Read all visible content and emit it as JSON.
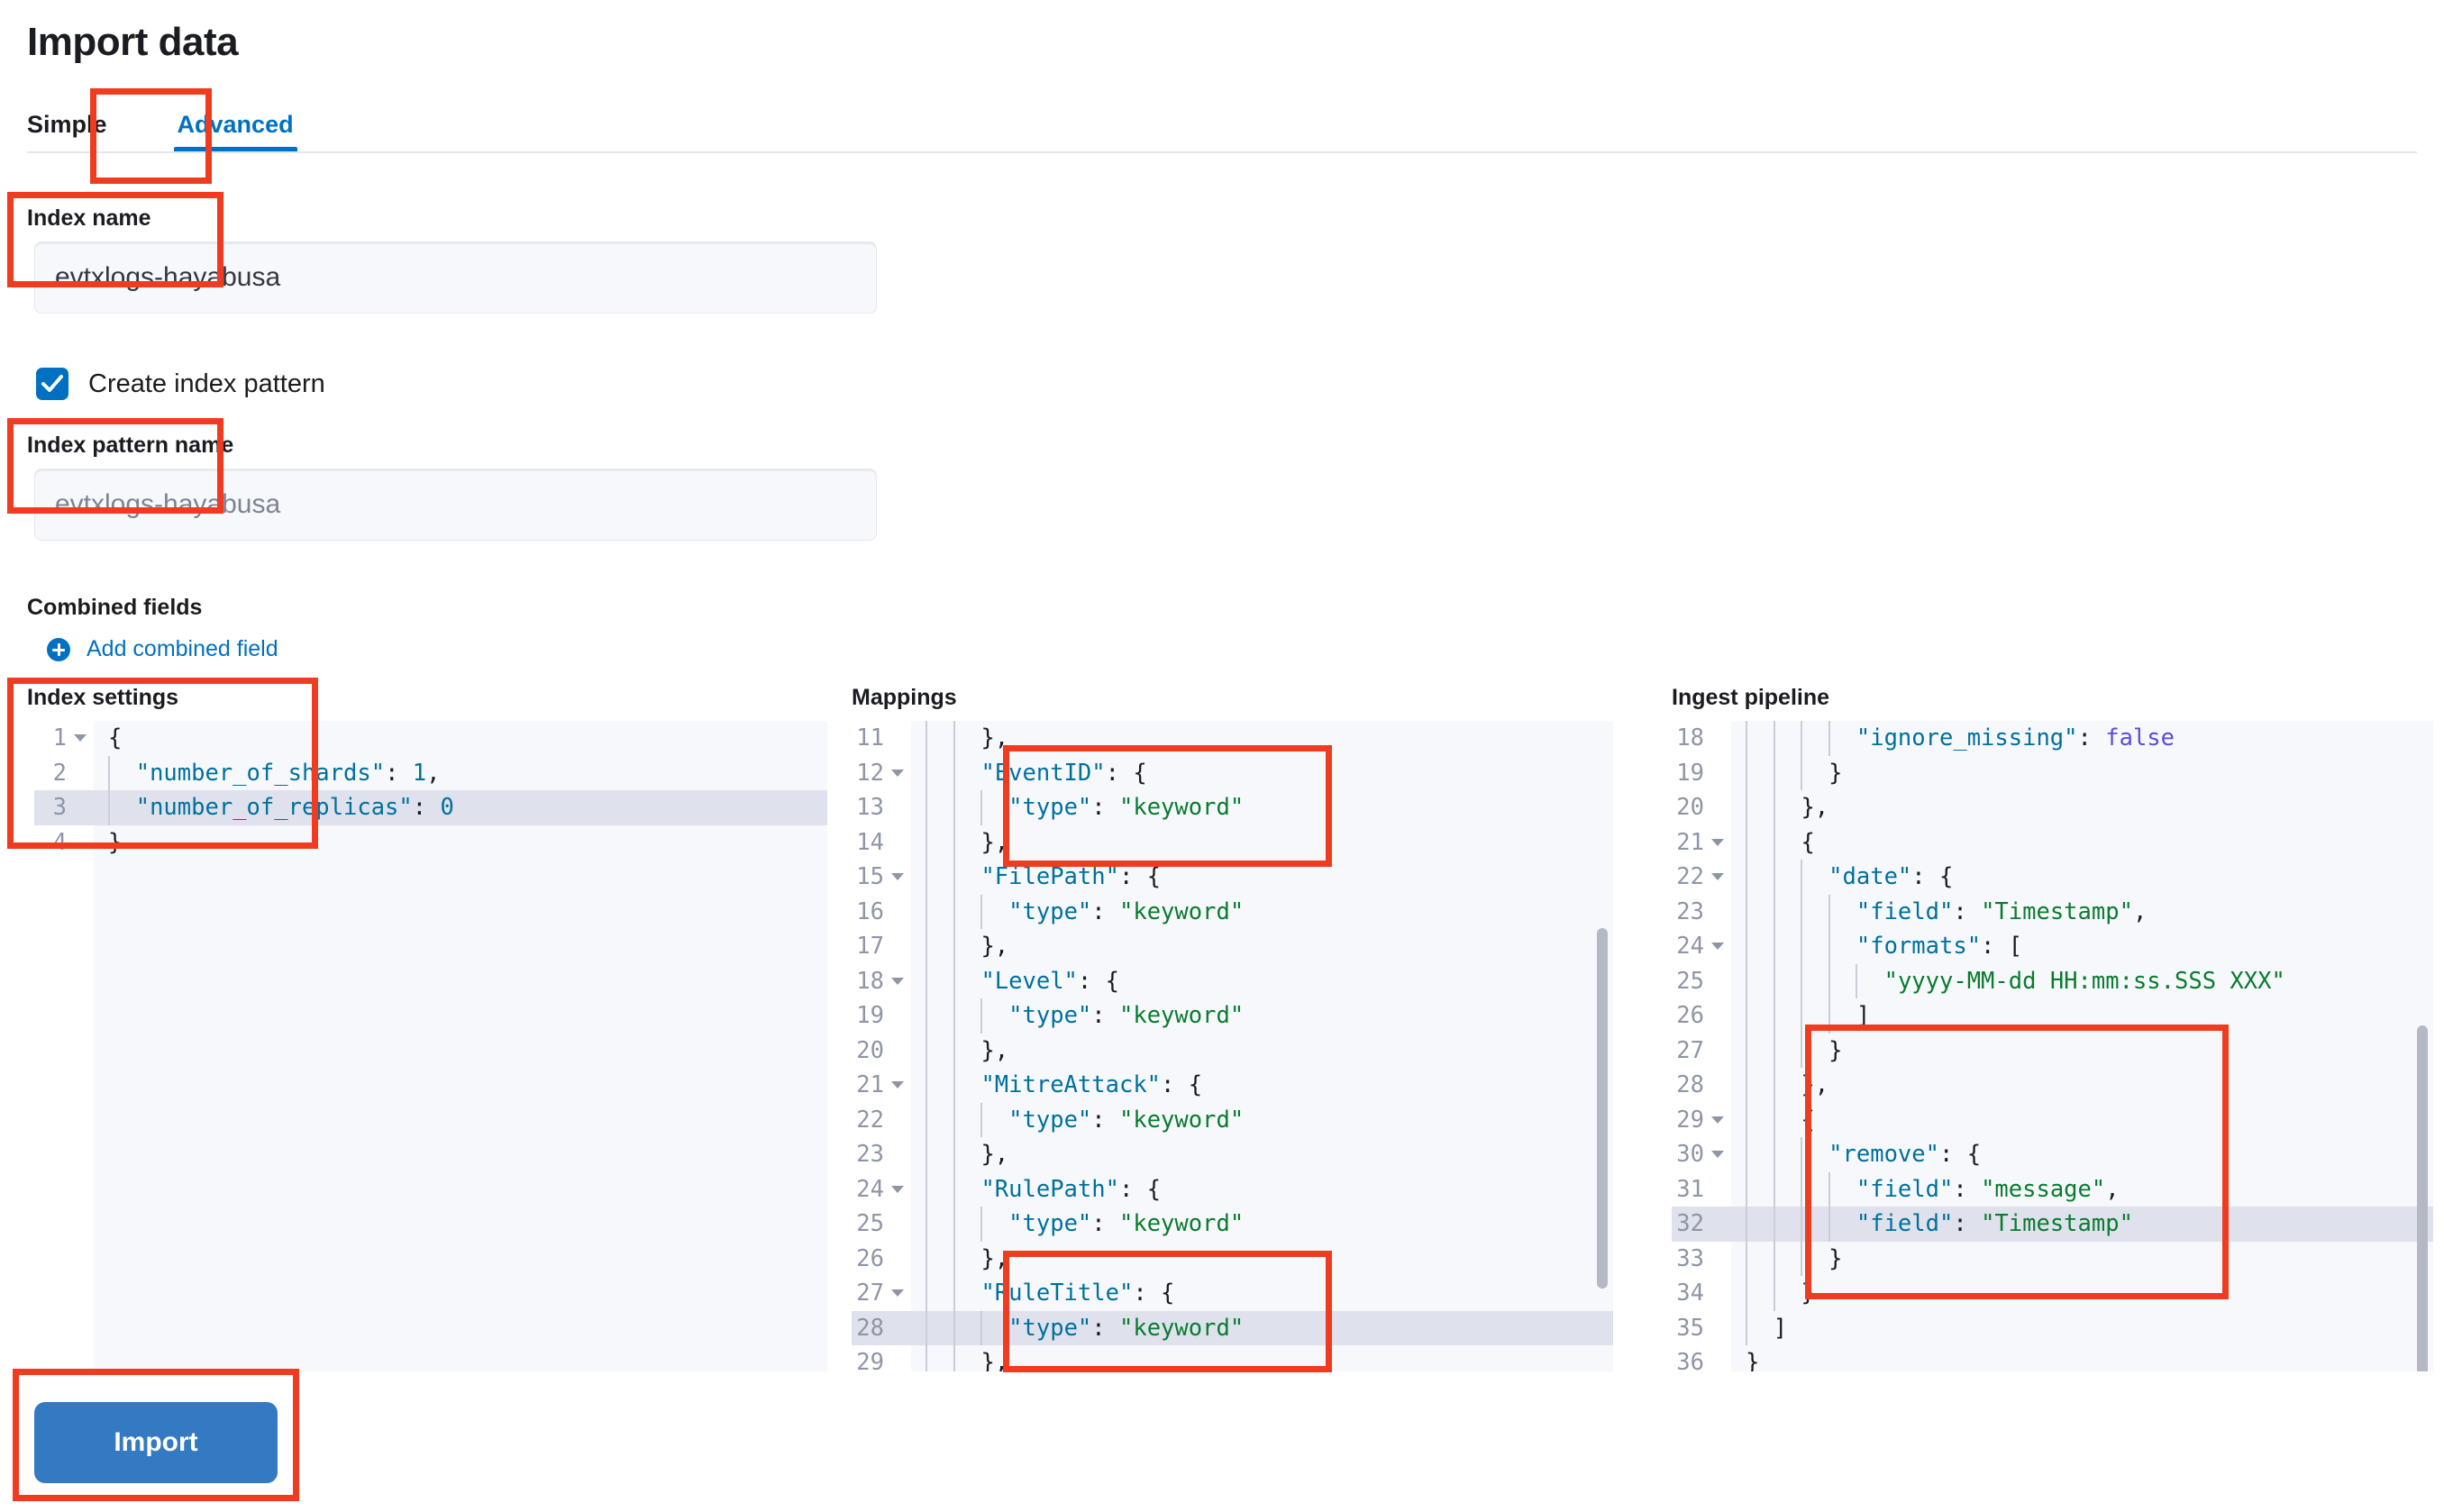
{
  "page": {
    "title": "Import data"
  },
  "tabs": [
    {
      "label": "Simple",
      "active": false
    },
    {
      "label": "Advanced",
      "active": true
    }
  ],
  "form": {
    "index_name": {
      "label": "Index name",
      "value": "evtxlogs-hayabusa",
      "is_placeholder": false
    },
    "create_index_pattern": {
      "label": "Create index pattern",
      "checked": true
    },
    "index_pattern_name": {
      "label": "Index pattern name",
      "placeholder": "evtxlogs-hayabusa",
      "is_placeholder": true
    },
    "combined_fields": {
      "label": "Combined fields",
      "add_link": "Add combined field"
    }
  },
  "editors": {
    "index_settings": {
      "title": "Index settings",
      "first_line": 1,
      "highlighted_line": 3,
      "lines": [
        {
          "n": 1,
          "fold": true,
          "text": "{"
        },
        {
          "n": 2,
          "fold": false,
          "text": "  \"number_of_shards\": 1,"
        },
        {
          "n": 3,
          "fold": false,
          "text": "  \"number_of_replicas\": 0"
        },
        {
          "n": 4,
          "fold": false,
          "text": "}"
        }
      ]
    },
    "mappings": {
      "title": "Mappings",
      "first_line": 11,
      "highlighted_line": 28,
      "lines": [
        {
          "n": 11,
          "fold": false,
          "text": "    },"
        },
        {
          "n": 12,
          "fold": true,
          "text": "    \"EventID\": {"
        },
        {
          "n": 13,
          "fold": false,
          "text": "      \"type\": \"keyword\""
        },
        {
          "n": 14,
          "fold": false,
          "text": "    },"
        },
        {
          "n": 15,
          "fold": true,
          "text": "    \"FilePath\": {"
        },
        {
          "n": 16,
          "fold": false,
          "text": "      \"type\": \"keyword\""
        },
        {
          "n": 17,
          "fold": false,
          "text": "    },"
        },
        {
          "n": 18,
          "fold": true,
          "text": "    \"Level\": {"
        },
        {
          "n": 19,
          "fold": false,
          "text": "      \"type\": \"keyword\""
        },
        {
          "n": 20,
          "fold": false,
          "text": "    },"
        },
        {
          "n": 21,
          "fold": true,
          "text": "    \"MitreAttack\": {"
        },
        {
          "n": 22,
          "fold": false,
          "text": "      \"type\": \"keyword\""
        },
        {
          "n": 23,
          "fold": false,
          "text": "    },"
        },
        {
          "n": 24,
          "fold": true,
          "text": "    \"RulePath\": {"
        },
        {
          "n": 25,
          "fold": false,
          "text": "      \"type\": \"keyword\""
        },
        {
          "n": 26,
          "fold": false,
          "text": "    },"
        },
        {
          "n": 27,
          "fold": true,
          "text": "    \"RuleTitle\": {"
        },
        {
          "n": 28,
          "fold": false,
          "text": "      \"type\": \"keyword\""
        },
        {
          "n": 29,
          "fold": false,
          "text": "    },"
        }
      ]
    },
    "ingest_pipeline": {
      "title": "Ingest pipeline",
      "first_line": 18,
      "highlighted_line": 32,
      "lines": [
        {
          "n": 18,
          "fold": false,
          "text": "        \"ignore_missing\": false"
        },
        {
          "n": 19,
          "fold": false,
          "text": "      }"
        },
        {
          "n": 20,
          "fold": false,
          "text": "    },"
        },
        {
          "n": 21,
          "fold": true,
          "text": "    {"
        },
        {
          "n": 22,
          "fold": true,
          "text": "      \"date\": {"
        },
        {
          "n": 23,
          "fold": false,
          "text": "        \"field\": \"Timestamp\","
        },
        {
          "n": 24,
          "fold": true,
          "text": "        \"formats\": ["
        },
        {
          "n": 25,
          "fold": false,
          "text": "          \"yyyy-MM-dd HH:mm:ss.SSS XXX\""
        },
        {
          "n": 26,
          "fold": false,
          "text": "        ]"
        },
        {
          "n": 27,
          "fold": false,
          "text": "      }"
        },
        {
          "n": 28,
          "fold": false,
          "text": "    },"
        },
        {
          "n": 29,
          "fold": true,
          "text": "    {"
        },
        {
          "n": 30,
          "fold": true,
          "text": "      \"remove\": {"
        },
        {
          "n": 31,
          "fold": false,
          "text": "        \"field\": \"message\","
        },
        {
          "n": 32,
          "fold": false,
          "text": "        \"field\": \"Timestamp\""
        },
        {
          "n": 33,
          "fold": false,
          "text": "      }"
        },
        {
          "n": 34,
          "fold": false,
          "text": "    }"
        },
        {
          "n": 35,
          "fold": false,
          "text": "  ]"
        },
        {
          "n": 36,
          "fold": false,
          "text": "}"
        }
      ]
    }
  },
  "actions": {
    "import_label": "Import"
  },
  "colors": {
    "accent_blue": "#0071c2",
    "button_blue": "#337ac2",
    "annotation_red": "#ef3b1f",
    "json_key": "#00709e",
    "json_string": "#0a7c2f",
    "json_boolean": "#5b4ce0",
    "editor_bg": "#f7f8fc",
    "highlight_row": "#dfe2ec"
  }
}
